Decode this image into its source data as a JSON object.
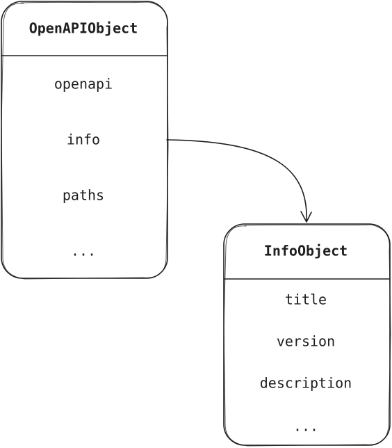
{
  "diagram": {
    "colors": {
      "stroke": "#1e1e1e",
      "background": "#ffffff"
    },
    "openapi_object": {
      "title": "OpenAPIObject",
      "fields": [
        "openapi",
        "info",
        "paths",
        "..."
      ]
    },
    "info_object": {
      "title": "InfoObject",
      "fields": [
        "title",
        "version",
        "description",
        "..."
      ]
    },
    "connection": {
      "from_field": "info",
      "to": "InfoObject"
    }
  }
}
